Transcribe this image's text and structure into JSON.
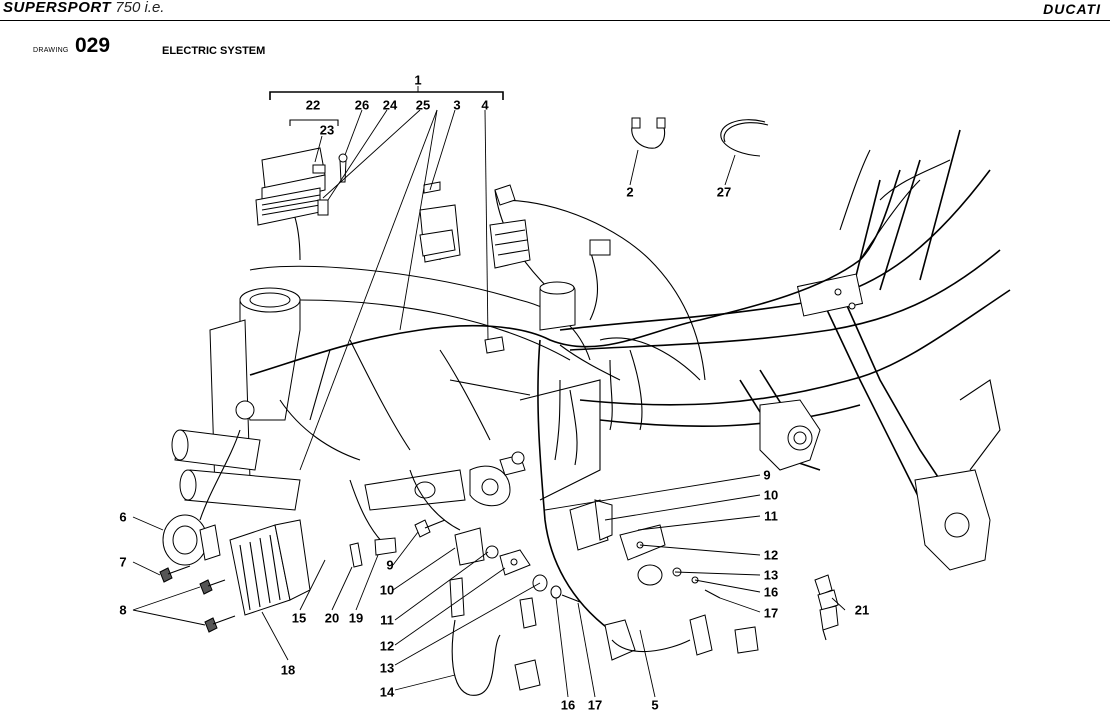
{
  "header": {
    "model_name": "SUPERSPORT",
    "model_variant": "750 i.e.",
    "brand": "DUCATI"
  },
  "drawing": {
    "label": "DRAWING",
    "number": "029",
    "title": "ELECTRIC SYSTEM"
  },
  "callouts": [
    "1",
    "2",
    "3",
    "4",
    "5",
    "6",
    "7",
    "8",
    "9",
    "9",
    "10",
    "10",
    "11",
    "11",
    "12",
    "12",
    "13",
    "13",
    "14",
    "15",
    "16",
    "16",
    "17",
    "17",
    "18",
    "19",
    "20",
    "21",
    "22",
    "23",
    "24",
    "25",
    "26",
    "27"
  ]
}
